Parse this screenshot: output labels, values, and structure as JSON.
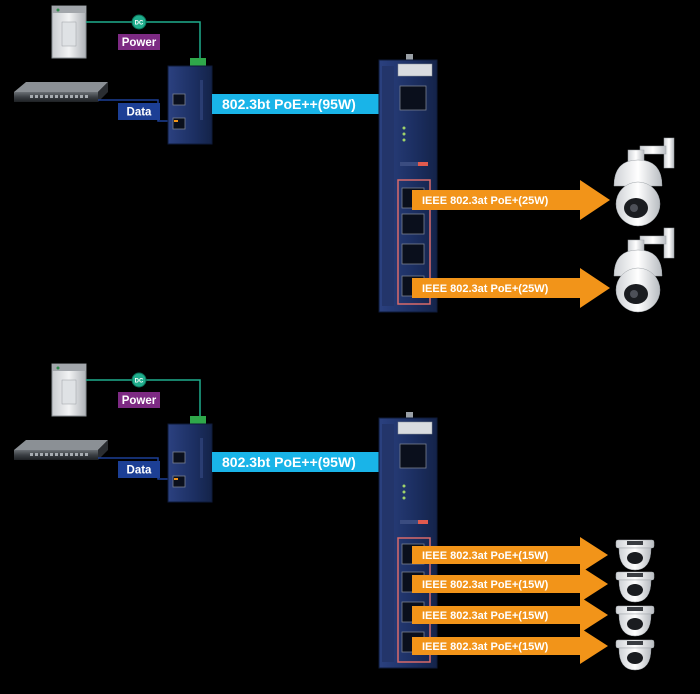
{
  "labels": {
    "dc": "DC",
    "power": "Power",
    "data": "Data",
    "poe_in": "802.3bt PoE++(95W)",
    "poe_out_25": "IEEE 802.3at PoE+(25W)",
    "poe_out_15": "IEEE 802.3at PoE+(15W)"
  },
  "colors": {
    "background": "#000000",
    "power_badge": "#7d2a83",
    "data_badge": "#1c3f95",
    "cable_green": "#1fae8d",
    "arrow_cyan": "#19b4e8",
    "arrow_orange": "#f29419",
    "device_blue": "#1c2f62"
  },
  "diagrams": [
    {
      "name": "top",
      "outputs": [
        "poe_out_25",
        "poe_out_25"
      ],
      "camera_type": "ptz-camera-icon"
    },
    {
      "name": "bottom",
      "outputs": [
        "poe_out_15",
        "poe_out_15",
        "poe_out_15",
        "poe_out_15"
      ],
      "camera_type": "dome-camera-icon"
    }
  ]
}
